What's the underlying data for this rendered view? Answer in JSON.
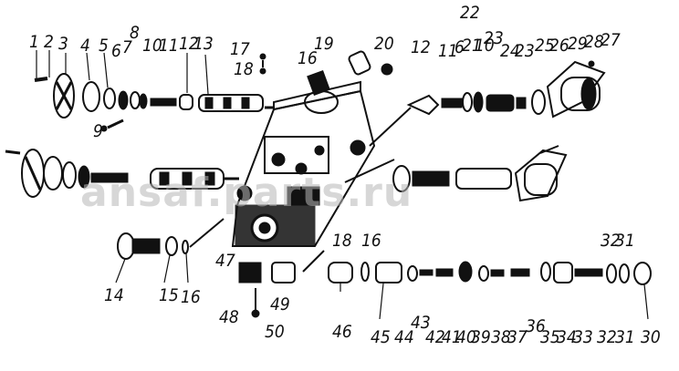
{
  "watermark": "ansaf.parts.ru",
  "labels": {
    "top_left": [
      "1",
      "2",
      "3",
      "4",
      "5",
      "6",
      "7",
      "8",
      "10",
      "11",
      "12",
      "13",
      "9"
    ],
    "top_center": [
      "17",
      "18",
      "16",
      "19",
      "20"
    ],
    "top_right": [
      "22",
      "12",
      "11",
      "6",
      "21",
      "10",
      "23",
      "24",
      "23",
      "25",
      "26",
      "29",
      "28",
      "27"
    ],
    "left_bottom": [
      "14",
      "15",
      "16",
      "47",
      "48",
      "49",
      "50"
    ],
    "bottom_right": [
      "18",
      "16",
      "46",
      "45",
      "44",
      "43",
      "42",
      "41",
      "40",
      "39",
      "38",
      "37",
      "36",
      "35",
      "34",
      "33",
      "32",
      "31",
      "32",
      "31",
      "30"
    ]
  }
}
